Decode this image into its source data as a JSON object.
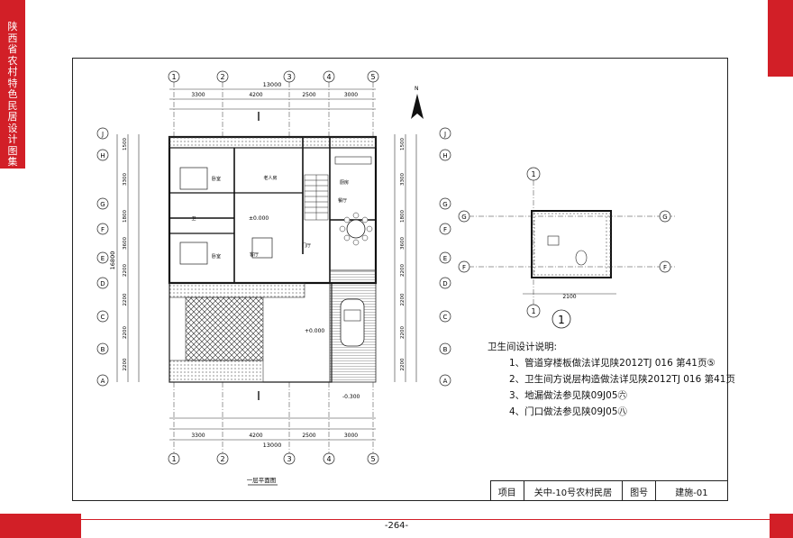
{
  "page": {
    "side_title": "陕西省农村特色民居设计图集",
    "page_number": "-264-"
  },
  "plan": {
    "grid_cols": [
      "1",
      "2",
      "3",
      "4",
      "5"
    ],
    "grid_rows": [
      "J",
      "H",
      "G",
      "F",
      "E",
      "D",
      "C",
      "B",
      "A"
    ],
    "dims_top": [
      "3300",
      "4200",
      "2500",
      "3000"
    ],
    "dim_total": "13000",
    "dims_left": [
      "1500",
      "3300",
      "1800",
      "3600",
      "2200",
      "2200",
      "2200",
      "2200"
    ],
    "dim_left_total": "16800",
    "elevation_1": "±0.000",
    "elevation_2": "+0.000",
    "elevation_3": "-0.300",
    "plan_title": "一层平面图",
    "north": "N",
    "room_labels": [
      "卧室",
      "卧室",
      "客厅",
      "厨房",
      "餐厅",
      "老人房",
      "卫",
      "门厅"
    ]
  },
  "detail": {
    "grid_top": "1",
    "grid_rows": [
      "G",
      "F"
    ],
    "dim_width": "2100",
    "detail_number": "1"
  },
  "notes": {
    "title": "卫生间设计说明:",
    "items": [
      "1、管道穿楼板做法详见陕2012TJ 016 第41页⑤",
      "2、卫生间方说层构造做法详见陕2012TJ 016 第41页",
      "3、地漏做法参见陕09J05㊅",
      "4、门口做法参见陕09J05㊇"
    ]
  },
  "title_block": {
    "project_label": "项目",
    "project_name": "关中-10号农村民居",
    "drawing_no_label": "图号",
    "drawing_no": "建施-01"
  }
}
